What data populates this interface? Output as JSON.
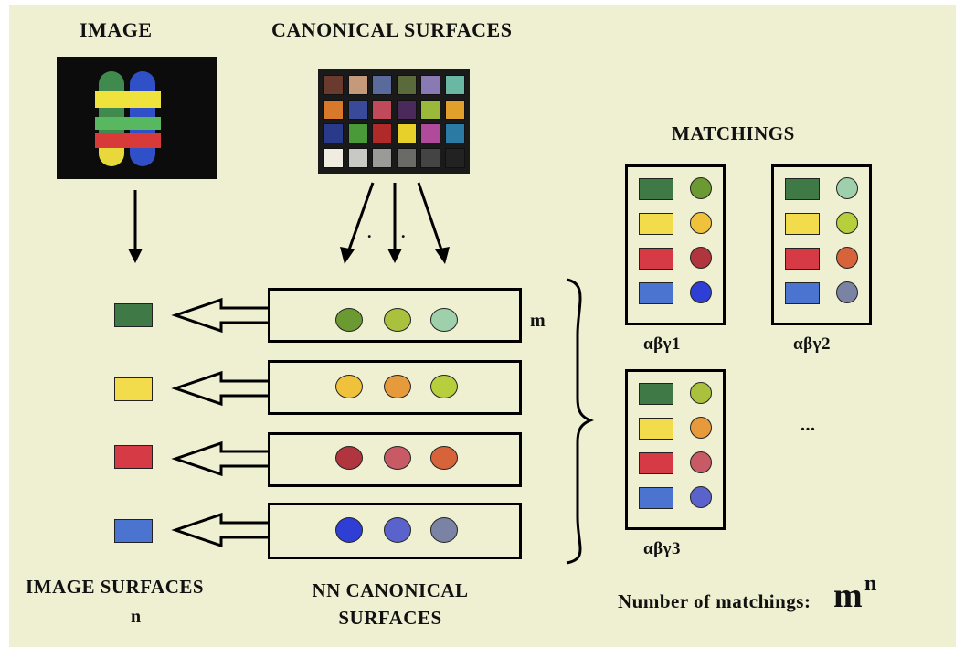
{
  "labels": {
    "image": "IMAGE",
    "canonical": "CANONICAL SURFACES",
    "matchings": "MATCHINGS",
    "image_surfaces": "IMAGE SURFACES",
    "n": "n",
    "nn_canonical_1": "NN CANONICAL",
    "nn_canonical_2": "SURFACES",
    "m": "m",
    "dots": "...",
    "arrow_dots": ". .",
    "number_of_matchings": "Number of matchings:",
    "formula_base": "m",
    "formula_exp": "n"
  },
  "colors": {
    "background": "#efefd2",
    "rows": [
      {
        "square": "#3f7a46",
        "circles": [
          "#6c9a32",
          "#a9c13c",
          "#9fd0ac"
        ]
      },
      {
        "square": "#f2dc4c",
        "circles": [
          "#f0c23b",
          "#e69a3b",
          "#b7cf3c"
        ]
      },
      {
        "square": "#d63b45",
        "circles": [
          "#b0353e",
          "#c85a66",
          "#d7633a"
        ]
      },
      {
        "square": "#4b73d0",
        "circles": [
          "#2f3fd6",
          "#5a63cc",
          "#7a83a4"
        ]
      }
    ]
  },
  "matchings": [
    {
      "label": "αβγ1",
      "circles": [
        "#6c9a32",
        "#f0c23b",
        "#b0353e",
        "#2f3fd6"
      ]
    },
    {
      "label": "αβγ2",
      "circles": [
        "#9fd0ac",
        "#b7cf3c",
        "#d7633a",
        "#7a83a4"
      ]
    },
    {
      "label": "αβγ3",
      "circles": [
        "#a9c13c",
        "#e69a3b",
        "#c85a66",
        "#5a63cc"
      ]
    }
  ]
}
